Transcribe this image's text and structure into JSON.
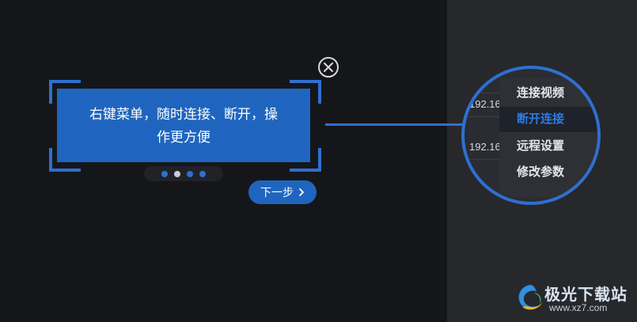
{
  "guide": {
    "message": "右键菜单，随时连接、断开，操作更方便",
    "message_line1": "右键菜单，随时连接、断开，操",
    "message_line2": "作更方便",
    "step_current": 2,
    "step_total": 4,
    "next_label": "下一步",
    "next_icon": "chevron-right-icon",
    "close_icon": "close-icon"
  },
  "magnifier": {
    "ip_rows": [
      "192.16",
      "192.16"
    ],
    "menu_items": [
      {
        "label": "连接视频",
        "highlighted": false
      },
      {
        "label": "断开连接",
        "highlighted": true
      },
      {
        "label": "远程设置",
        "highlighted": false
      },
      {
        "label": "修改参数",
        "highlighted": false
      }
    ]
  },
  "watermark": {
    "title": "极光下载站",
    "url": "www.xz7.com"
  },
  "colors": {
    "accent": "#1f65bf",
    "bracket": "#2f6fd0",
    "background": "#151619",
    "panel": "#26282c",
    "highlight_text": "#2f7ae0"
  }
}
